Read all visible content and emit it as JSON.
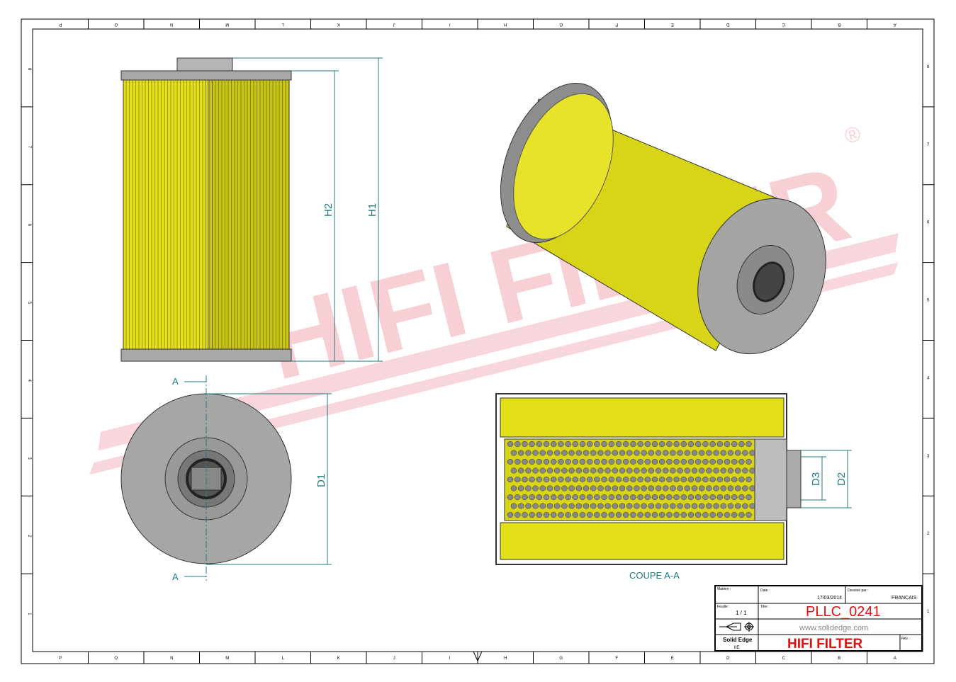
{
  "frame": {
    "col_labels": [
      "P",
      "O",
      "N",
      "M",
      "L",
      "K",
      "J",
      "I",
      "H",
      "G",
      "F",
      "E",
      "D",
      "C",
      "B",
      "A"
    ],
    "row_labels": [
      "8",
      "7",
      "6",
      "5",
      "4",
      "3",
      "2",
      "1"
    ]
  },
  "watermark": "HIFI FILTER",
  "watermark_mark": "®",
  "dimensions": {
    "h1": "H1",
    "h2": "H2",
    "d1": "D1",
    "d2": "D2",
    "d3": "D3"
  },
  "section": {
    "marker": "A",
    "caption": "COUPE A-A"
  },
  "title_block": {
    "matiere_label": "Matière :",
    "date_label": "Date :",
    "date": "17/03/2014",
    "dessine_label": "Dessiné par :",
    "dessine": "FRANCAIS",
    "feuille_label": "Feuille :",
    "feuille": "1 / 1",
    "titre_label": "Titre :",
    "titre": "PLLC_0241",
    "website": "www.solidedge.com",
    "software": "Solid Edge",
    "software_sub": "IIE",
    "company": "HIFI FILTER",
    "rev_label": "Rév. :"
  },
  "colors": {
    "yellow": "#e3e01a",
    "gray": "#9a9a9a",
    "dim": "#1f7a80",
    "red": "#e01010",
    "watermark": "#f4b8c0"
  }
}
